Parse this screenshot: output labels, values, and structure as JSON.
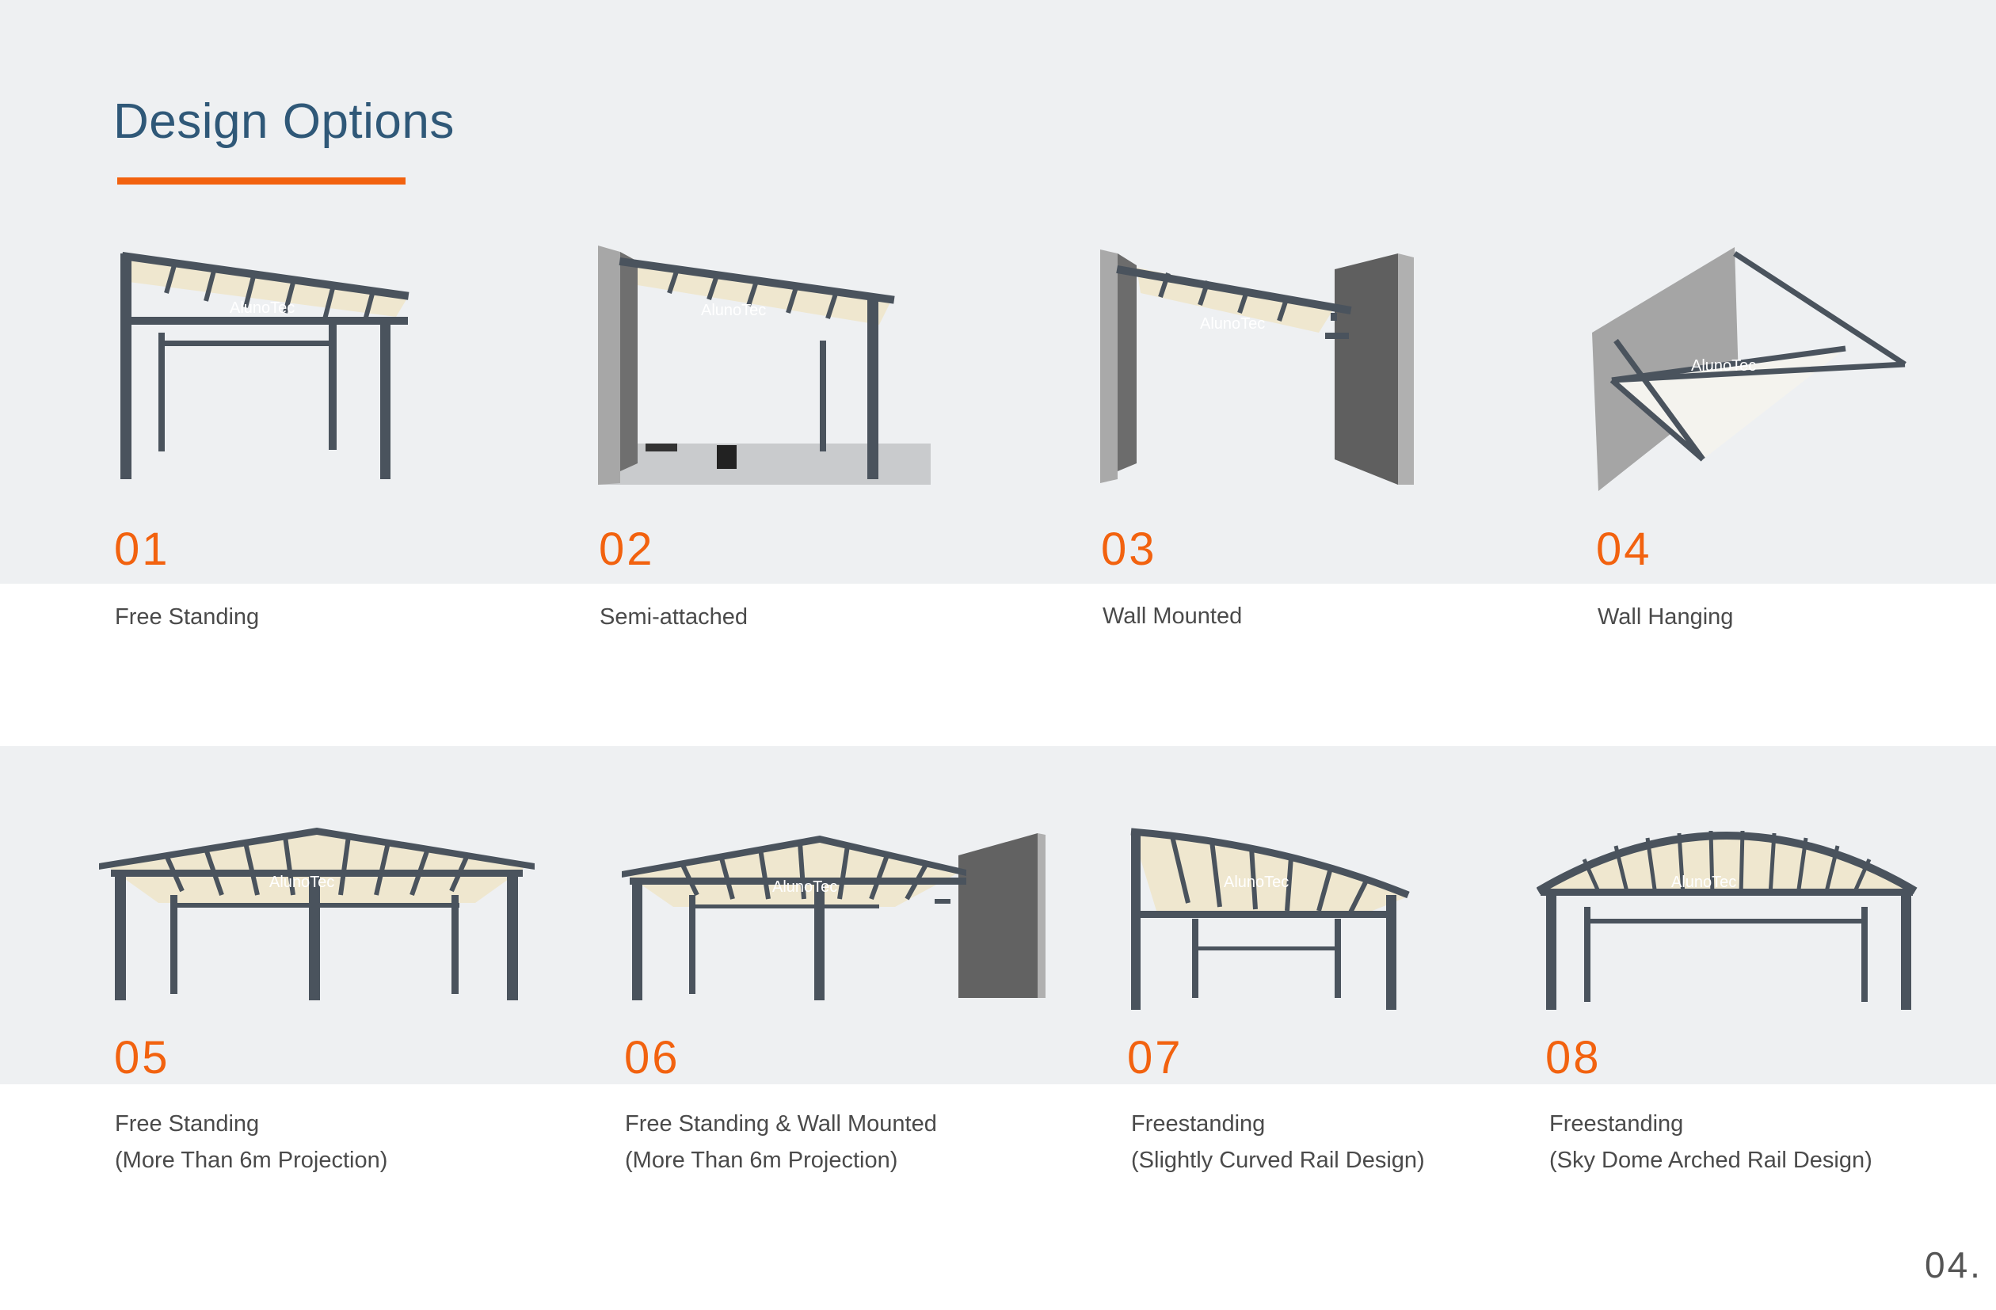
{
  "header": {
    "title": "Design Options"
  },
  "options": [
    {
      "number": "01",
      "caption_line1": "Free Standing",
      "caption_line2": "",
      "image": "free-standing-pergola"
    },
    {
      "number": "02",
      "caption_line1": "Semi-attached",
      "caption_line2": "",
      "image": "semi-attached-pergola"
    },
    {
      "number": "03",
      "caption_line1": "Wall Mounted",
      "caption_line2": "",
      "image": "wall-mounted-pergola"
    },
    {
      "number": "04",
      "caption_line1": "Wall Hanging",
      "caption_line2": "",
      "image": "wall-hanging-pergola"
    },
    {
      "number": "05",
      "caption_line1": "Free Standing",
      "caption_line2": "(More Than 6m Projection)",
      "image": "free-standing-double-pergola"
    },
    {
      "number": "06",
      "caption_line1": "Free Standing & Wall Mounted",
      "caption_line2": "(More Than 6m Projection)",
      "image": "free-standing-wall-mounted-pergola"
    },
    {
      "number": "07",
      "caption_line1": "Freestanding",
      "caption_line2": "(Slightly Curved Rail Design)",
      "image": "curved-rail-pergola"
    },
    {
      "number": "08",
      "caption_line1": "Freestanding",
      "caption_line2": "(Sky Dome Arched Rail Design)",
      "image": "arched-rail-pergola"
    }
  ],
  "watermark": "AlunoTec",
  "footer": {
    "page_number": "04."
  },
  "colors": {
    "accent": "#f2620f",
    "title": "#2f5878",
    "band": "#eef0f2",
    "frame": "#4a535d",
    "fabric": "#efe7cf",
    "wall": "#9c9c9c"
  }
}
